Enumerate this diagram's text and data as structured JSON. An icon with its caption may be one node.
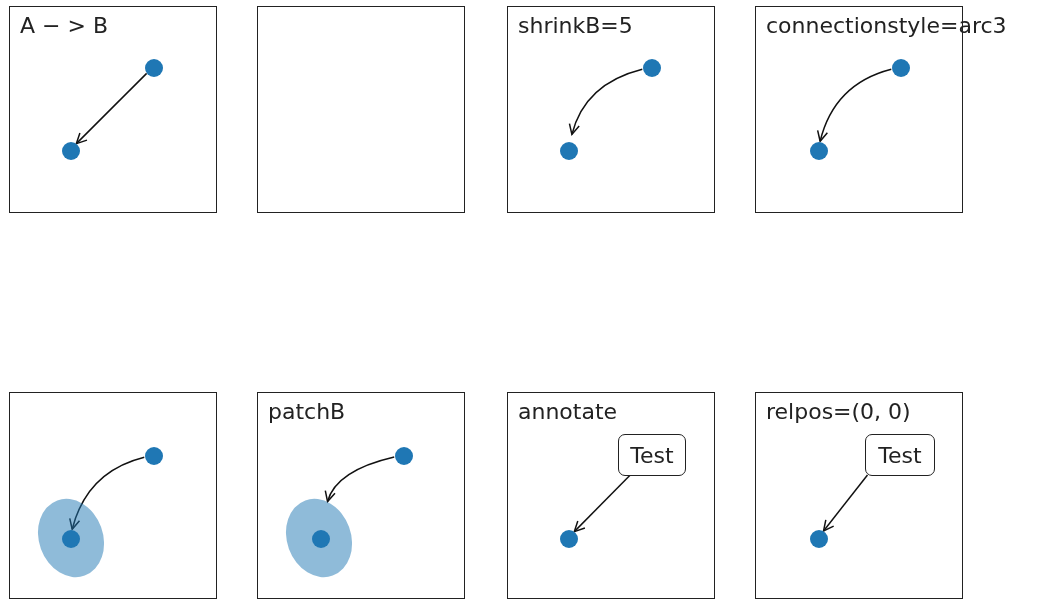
{
  "diagram": {
    "nodes": [
      {
        "text": [
          "A − > B"
        ]
      },
      {
        "text": [],
        "shape": "circle",
        "in": 0
      },
      {
        "text": [],
        "shape": "circle",
        "in": 0
      },
      {
        "text": [],
        "shape": "box"
      },
      {
        "text": [
          "shrinkB=5"
        ]
      },
      {
        "text": [],
        "shape": "circle",
        "in": 4
      },
      {
        "text": [],
        "shape": "circle",
        "in": 4
      },
      {
        "text": [
          "connectionstyle=arc3"
        ]
      },
      {
        "text": [],
        "shape": "circle",
        "in": 7
      },
      {
        "text": [],
        "shape": "circle",
        "in": 7
      },
      {
        "text": [],
        "shape": "box"
      },
      {
        "text": [],
        "shape": "ellipse",
        "in": 10
      },
      {
        "text": [],
        "shape": "circle",
        "in": 10
      },
      {
        "text": [],
        "shape": "circle",
        "in": 11
      },
      {
        "text": [
          "patchB"
        ]
      },
      {
        "text": [],
        "shape": "ellipse",
        "in": 14
      },
      {
        "text": [],
        "shape": "circle",
        "in": 14
      },
      {
        "text": [],
        "shape": "circle",
        "in": 15
      },
      {
        "text": [
          "annotate"
        ]
      },
      {
        "text": [
          "Test"
        ],
        "in": 18
      },
      {
        "text": [],
        "shape": "circle",
        "in": 18
      },
      {
        "text": [
          "relpos=(0, 0)"
        ]
      },
      {
        "text": [
          "Test"
        ],
        "in": 21
      },
      {
        "text": [],
        "shape": "circle",
        "in": 21
      }
    ],
    "edges": [
      {
        "from": 1,
        "to": 2,
        "arrow": "to"
      },
      {
        "from": 5,
        "to": 6,
        "arrow": "to"
      },
      {
        "from": 8,
        "to": 9,
        "arrow": "to"
      },
      {
        "from": 12,
        "to": 13,
        "arrow": "to"
      },
      {
        "from": 16,
        "to": 15,
        "arrow": "to"
      },
      {
        "from": 19,
        "to": 20,
        "arrow": "to"
      },
      {
        "from": 22,
        "to": 23,
        "arrow": "to"
      }
    ]
  }
}
